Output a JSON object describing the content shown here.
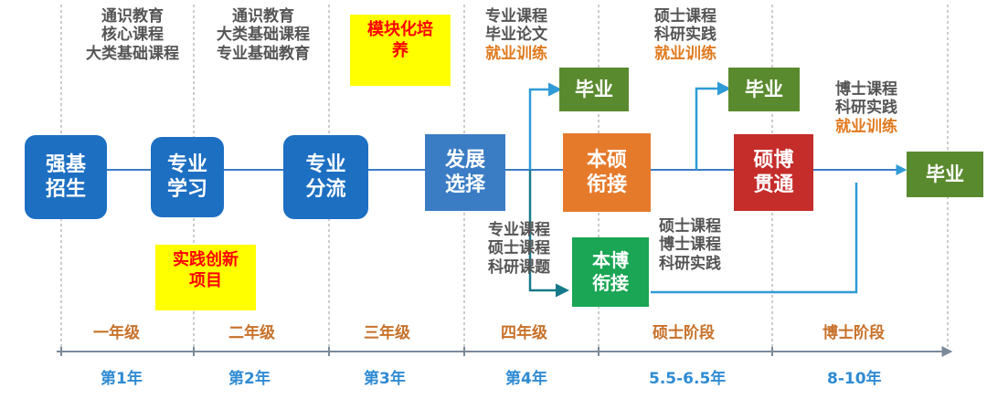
{
  "columns": [
    {
      "lines": [
        "通识教育",
        "核心课程",
        "大类基础课程"
      ]
    },
    {
      "lines": [
        "通识教育",
        "大类基础课程",
        "专业基础教育"
      ]
    },
    {
      "lines": [
        "专业课程",
        "毕业论文",
        "就业训练"
      ]
    },
    {
      "lines": [
        "硕士课程",
        "科研实践",
        "就业训练"
      ]
    },
    {
      "lines": [
        "博士课程",
        "科研实践",
        "就业训练"
      ]
    }
  ],
  "lower_notes": [
    {
      "lines": [
        "专业课程",
        "硕士课程",
        "科研课题"
      ]
    },
    {
      "lines": [
        "硕士课程",
        "博士课程",
        "科研实践"
      ]
    }
  ],
  "stages": {
    "s1": "强基\n招生",
    "s2": "专业\n学习",
    "s3": "专业\n分流",
    "s4": "发展\n选择",
    "s5": "本硕\n衔接",
    "s6": "本博\n衔接",
    "s7": "硕博\n贯通"
  },
  "graduate_label": "毕业",
  "highlights": {
    "modular": "模块化培\n养",
    "practice": "实践创新\n项目"
  },
  "grades": [
    "一年级",
    "二年级",
    "三年级",
    "四年级",
    "硕士阶段",
    "博士阶段"
  ],
  "years": [
    "第1年",
    "第2年",
    "第3年",
    "第4年",
    "5.5-6.5年",
    "8-10年"
  ],
  "colors": {
    "blue": "#1d6fc2",
    "arrow_blue": "#2e9bd6",
    "green": "#5a8a2e",
    "bright_green": "#1aa654",
    "orange": "#e67a2b",
    "red": "#c52d2a",
    "highlight_bg": "#ffff00",
    "highlight_text": "#ff0000"
  }
}
